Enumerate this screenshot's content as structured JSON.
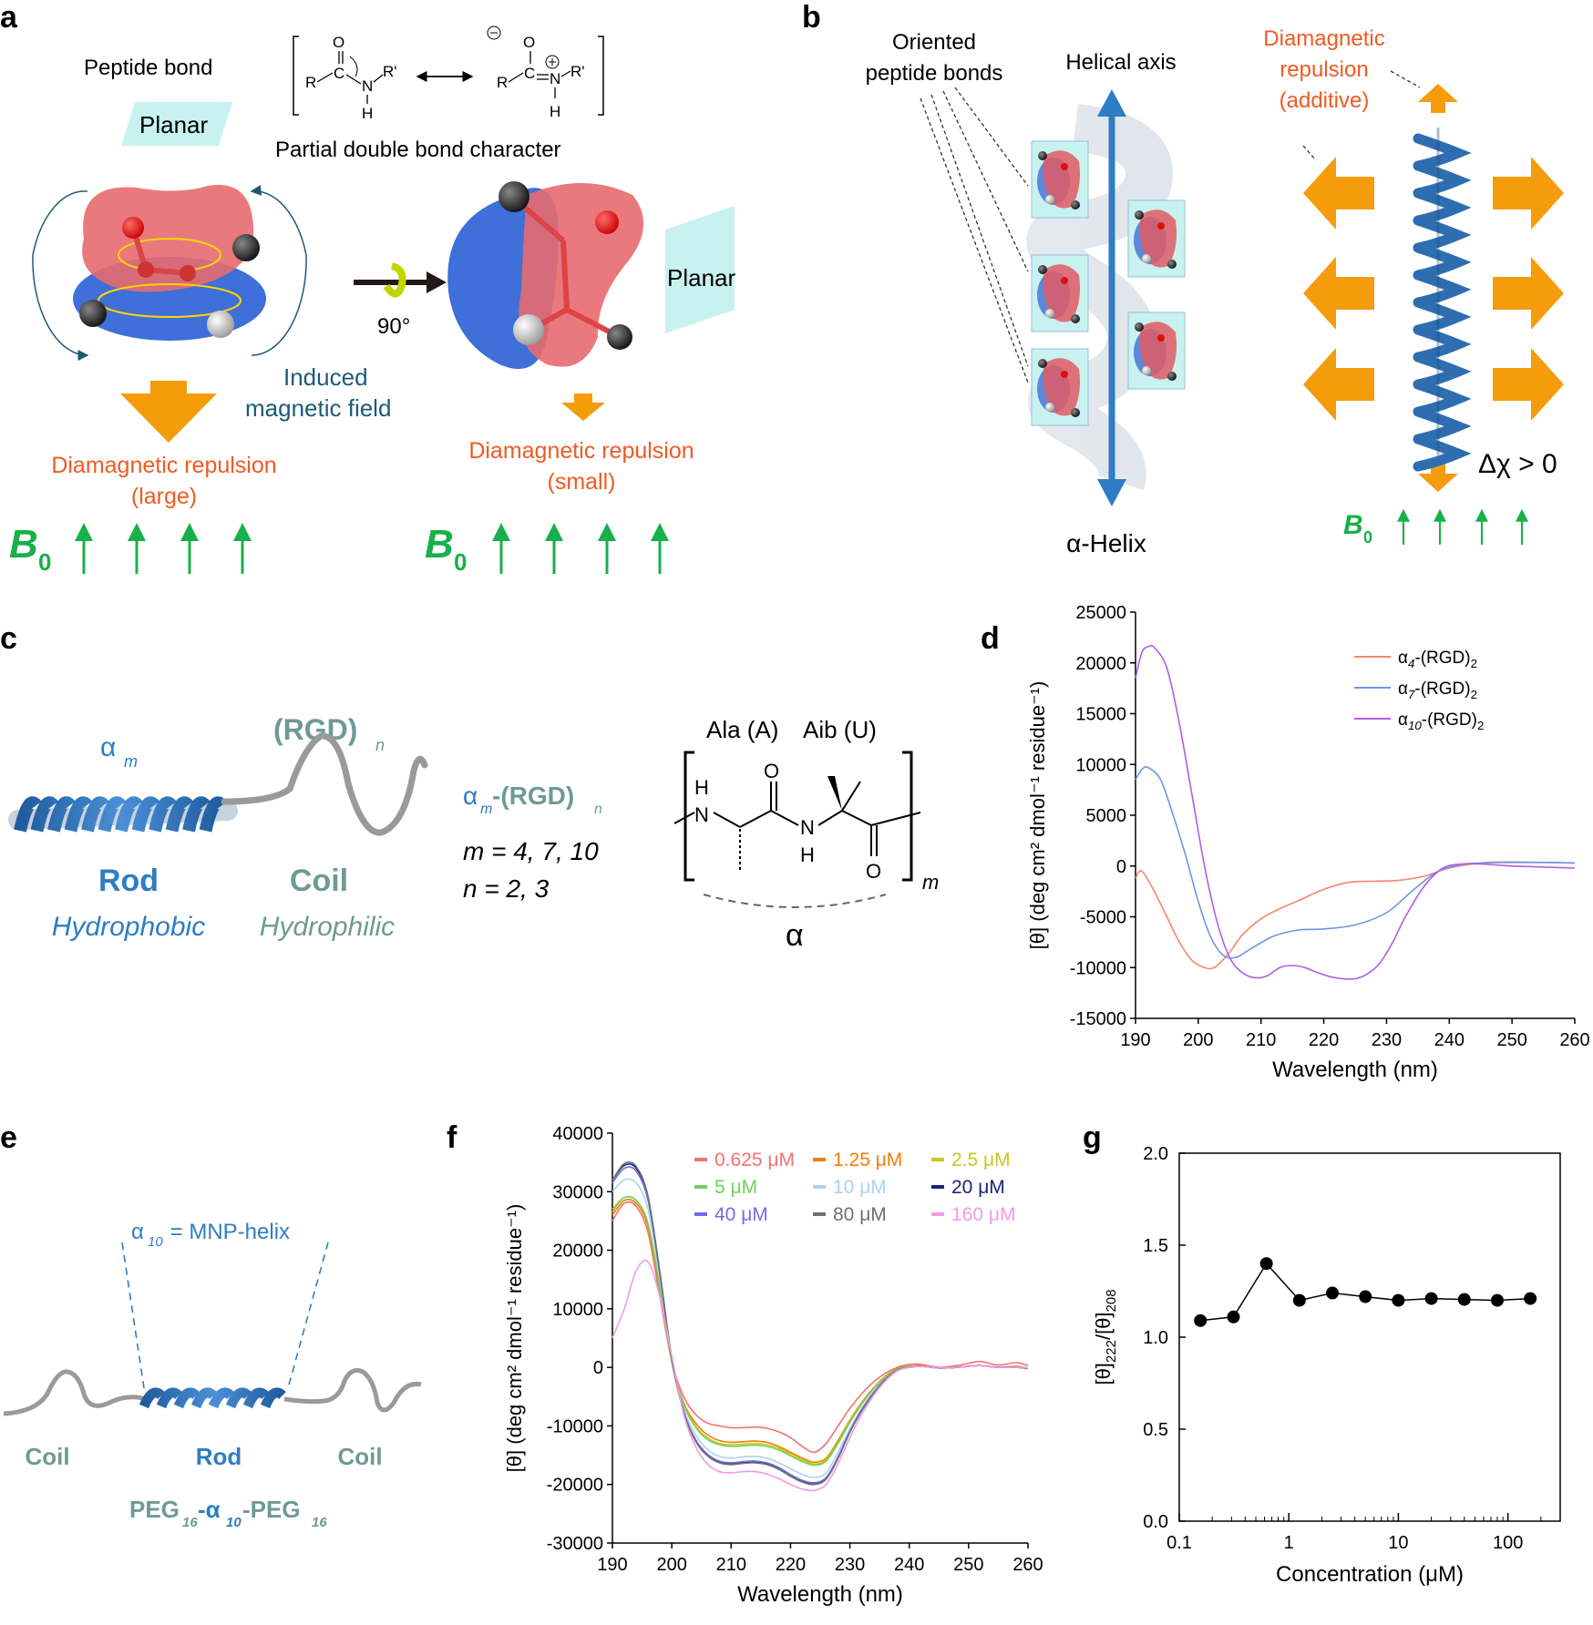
{
  "panels": {
    "a": {
      "label": "a",
      "peptide_bond": "Peptide bond",
      "planar": "Planar",
      "partial_double_bond": "Partial double bond character",
      "rotation": "90°",
      "induced_field_1": "Induced",
      "induced_field_2": "magnetic field",
      "repulsion_large_1": "Diamagnetic repulsion",
      "repulsion_large_2": "(large)",
      "repulsion_small_1": "Diamagnetic repulsion",
      "repulsion_small_2": "(small)",
      "b0": "B",
      "b0_sub": "0",
      "chem": {
        "O": "O",
        "C": "C",
        "N": "N",
        "H": "H",
        "R": "R",
        "Rp": "R'"
      }
    },
    "b": {
      "label": "b",
      "oriented_1": "Oriented",
      "oriented_2": "peptide bonds",
      "helical_axis": "Helical axis",
      "alpha_helix": "α-Helix",
      "repulsion_1": "Diamagnetic",
      "repulsion_2": "repulsion",
      "repulsion_3": "(additive)",
      "delta_chi": "Δχ > 0",
      "b0": "B",
      "b0_sub": "0"
    },
    "c": {
      "label": "c",
      "alpha": "α",
      "alpha_sub": "m",
      "rgd": "(RGD)",
      "rgd_sub": "n",
      "rod": "Rod",
      "hydrophobic": "Hydrophobic",
      "coil": "Coil",
      "hydrophilic": "Hydrophilic",
      "am_rgd_a": "α",
      "am_rgd_m": "m",
      "am_rgd_b": "-(RGD)",
      "am_rgd_n": "n",
      "m_values": "m = 4, 7, 10",
      "n_values": "n = 2, 3",
      "ala": "Ala (A)",
      "aib": "Aib (U)",
      "struct_alpha": "α",
      "struct_m": "m",
      "chem": {
        "H": "H",
        "N": "N",
        "O": "O"
      }
    },
    "e": {
      "label": "e",
      "mnp_a": "α",
      "mnp_sub": "10",
      "mnp_b": " = MNP-helix",
      "coil_left": "Coil",
      "rod": "Rod",
      "coil_right": "Coil",
      "peg_a": "PEG",
      "peg_sub1": "16",
      "peg_b": "-α",
      "peg_sub2": "10",
      "peg_c": "-PEG",
      "peg_sub3": "16"
    }
  },
  "colors": {
    "orange": "#f59c0c",
    "orange_text": "#f05a22",
    "green": "#18b04a",
    "blue": "#2e7dc4",
    "teal": "#6e9a95",
    "navy": "#1d5a78",
    "planar_fill": "#c8f2f0"
  },
  "chart_data": [
    {
      "panel": "d",
      "type": "line",
      "xlabel": "Wavelength (nm)",
      "ylabel": "[θ] (deg cm² dmol⁻¹ residue⁻¹)",
      "xlim": [
        190,
        260
      ],
      "ylim": [
        -15000,
        25000
      ],
      "xticks": [
        "190",
        "200",
        "210",
        "220",
        "230",
        "240",
        "250",
        "260"
      ],
      "yticks": [
        "-15000",
        "-10000",
        "-5000",
        "0",
        "5000",
        "10000",
        "15000",
        "20000",
        "25000"
      ],
      "legend_position": "top-right",
      "series": [
        {
          "name": "α4-(RGD)2",
          "name_base": "α",
          "name_sub": "4",
          "name_rest": "-(RGD)",
          "name_sub2": "2",
          "color": "#f4876a",
          "x": [
            190,
            191,
            193,
            195,
            197,
            199,
            201,
            202,
            203,
            205,
            207,
            210,
            213,
            216,
            220,
            224,
            228,
            232,
            236,
            240,
            245,
            250,
            255,
            260
          ],
          "y": [
            -1200,
            -500,
            -2500,
            -5000,
            -7500,
            -9300,
            -10000,
            -10100,
            -9800,
            -8500,
            -6800,
            -5200,
            -4200,
            -3400,
            -2300,
            -1600,
            -1500,
            -1400,
            -1000,
            -200,
            300,
            400,
            350,
            300
          ]
        },
        {
          "name": "α7-(RGD)2",
          "name_base": "α",
          "name_sub": "7",
          "name_rest": "-(RGD)",
          "name_sub2": "2",
          "color": "#6b96e6",
          "x": [
            190,
            191,
            192,
            194,
            196,
            198,
            200,
            202,
            204,
            206,
            208,
            212,
            216,
            220,
            225,
            230,
            234,
            238,
            242,
            246,
            250,
            255,
            260
          ],
          "y": [
            8500,
            9500,
            9700,
            8500,
            5000,
            1000,
            -3500,
            -7000,
            -8800,
            -9000,
            -8300,
            -6900,
            -6300,
            -6200,
            -5800,
            -4600,
            -2500,
            -600,
            150,
            300,
            350,
            350,
            300
          ]
        },
        {
          "name": "α10-(RGD)2",
          "name_base": "α",
          "name_sub": "10",
          "name_rest": "-(RGD)",
          "name_sub2": "2",
          "color": "#b55ce6",
          "x": [
            190,
            191,
            192,
            193,
            195,
            197,
            199,
            201,
            203,
            205,
            207,
            209,
            211,
            213,
            215,
            217,
            219,
            221,
            223,
            225,
            227,
            229,
            231,
            233,
            236,
            239,
            242,
            245,
            250,
            255,
            260
          ],
          "y": [
            18500,
            21000,
            21600,
            21500,
            19500,
            14000,
            7000,
            0,
            -5500,
            -9000,
            -10500,
            -11000,
            -10800,
            -10000,
            -9800,
            -10000,
            -10500,
            -10900,
            -11100,
            -11100,
            -10600,
            -9500,
            -7500,
            -5000,
            -2000,
            -200,
            200,
            200,
            0,
            -100,
            -200
          ]
        }
      ]
    },
    {
      "panel": "f",
      "type": "line",
      "xlabel": "Wavelength (nm)",
      "ylabel": "[θ] (deg cm² dmol⁻¹ residue⁻¹)",
      "xlim": [
        190,
        260
      ],
      "ylim": [
        -30000,
        40000
      ],
      "xticks": [
        "190",
        "200",
        "210",
        "220",
        "230",
        "240",
        "250",
        "260"
      ],
      "yticks": [
        "-30000",
        "-20000",
        "-10000",
        "0",
        "10000",
        "20000",
        "30000",
        "40000"
      ],
      "legend_position": "top-right",
      "x": [
        190,
        192,
        194,
        196,
        198,
        200,
        202,
        204,
        206,
        208,
        210,
        212,
        214,
        216,
        218,
        220,
        222,
        224,
        226,
        228,
        230,
        232,
        234,
        236,
        238,
        240,
        242,
        245,
        248,
        250,
        252,
        255,
        258,
        260
      ],
      "series": [
        {
          "name": "0.625 μM",
          "color": "#f47171",
          "y": [
            25000,
            28000,
            27500,
            23000,
            12000,
            1000,
            -5000,
            -8000,
            -9500,
            -10000,
            -10300,
            -10300,
            -10200,
            -10400,
            -11000,
            -12000,
            -13500,
            -14500,
            -13000,
            -10000,
            -7000,
            -4500,
            -2500,
            -1000,
            0,
            500,
            500,
            0,
            300,
            700,
            1000,
            400,
            800,
            300
          ]
        },
        {
          "name": "1.25 μM",
          "color": "#f57c00",
          "y": [
            26000,
            28500,
            28000,
            24000,
            13000,
            1000,
            -6000,
            -9500,
            -11500,
            -12500,
            -12800,
            -12700,
            -12600,
            -12800,
            -13500,
            -14500,
            -15500,
            -16200,
            -15500,
            -12500,
            -9000,
            -6000,
            -3500,
            -1500,
            -200,
            200,
            300,
            -100,
            0,
            200,
            300,
            0,
            200,
            -100
          ]
        },
        {
          "name": "2.5 μM",
          "color": "#c8c81e",
          "y": [
            26500,
            29000,
            28500,
            24500,
            13500,
            1000,
            -6200,
            -10000,
            -12000,
            -13000,
            -13200,
            -13100,
            -13000,
            -13200,
            -13800,
            -14800,
            -15800,
            -16500,
            -15800,
            -12800,
            -9200,
            -6200,
            -3600,
            -1600,
            -300,
            100,
            200,
            -100,
            0,
            200,
            300,
            0,
            100,
            -100
          ]
        },
        {
          "name": "5 μM",
          "color": "#6ed25a",
          "y": [
            27000,
            29000,
            28500,
            24500,
            13500,
            1000,
            -6300,
            -10200,
            -12300,
            -13200,
            -13500,
            -13400,
            -13300,
            -13500,
            -14100,
            -15100,
            -16100,
            -16700,
            -16000,
            -13000,
            -9400,
            -6300,
            -3700,
            -1700,
            -300,
            100,
            200,
            -100,
            0,
            200,
            300,
            0,
            100,
            -100
          ]
        },
        {
          "name": "10 μM",
          "color": "#a9d3f0",
          "y": [
            30000,
            32000,
            31500,
            27000,
            15000,
            1500,
            -7000,
            -11500,
            -14000,
            -15200,
            -15500,
            -15300,
            -15200,
            -15500,
            -16300,
            -17300,
            -18300,
            -18800,
            -18000,
            -14500,
            -10500,
            -7000,
            -4200,
            -2000,
            -500,
            0,
            200,
            -100,
            0,
            200,
            300,
            0,
            0,
            -100
          ]
        },
        {
          "name": "20 μM",
          "color": "#1a237e",
          "y": [
            32000,
            34500,
            34000,
            29000,
            16000,
            1500,
            -7500,
            -12500,
            -15000,
            -16200,
            -16500,
            -16300,
            -16200,
            -16500,
            -17300,
            -18500,
            -19500,
            -19900,
            -19000,
            -15500,
            -11000,
            -7300,
            -4400,
            -2100,
            -500,
            0,
            200,
            -100,
            0,
            200,
            300,
            0,
            0,
            -200
          ]
        },
        {
          "name": "40 μM",
          "color": "#6f6fe6",
          "y": [
            31500,
            34000,
            33500,
            28500,
            16000,
            1500,
            -7500,
            -12300,
            -14800,
            -16000,
            -16300,
            -16100,
            -16000,
            -16300,
            -17100,
            -18300,
            -19300,
            -19700,
            -18800,
            -15300,
            -10900,
            -7200,
            -4300,
            -2000,
            -500,
            0,
            200,
            -100,
            0,
            200,
            300,
            0,
            0,
            -200
          ]
        },
        {
          "name": "80 μM",
          "color": "#707070",
          "y": [
            32000,
            34800,
            34300,
            29200,
            16200,
            1500,
            -7600,
            -12600,
            -15100,
            -16300,
            -16600,
            -16400,
            -16300,
            -16600,
            -17400,
            -18600,
            -19600,
            -20000,
            -19100,
            -15600,
            -11100,
            -7400,
            -4500,
            -2100,
            -500,
            0,
            200,
            -100,
            0,
            200,
            300,
            0,
            0,
            -200
          ]
        },
        {
          "name": "160 μM",
          "color": "#f29ae6",
          "y": [
            5000,
            10000,
            16500,
            18000,
            12000,
            2000,
            -8000,
            -13500,
            -16500,
            -17800,
            -18000,
            -17800,
            -17800,
            -18200,
            -19000,
            -20000,
            -20800,
            -21000,
            -20000,
            -16500,
            -12000,
            -8000,
            -4800,
            -2300,
            -600,
            0,
            200,
            -100,
            0,
            200,
            300,
            0,
            0,
            -100
          ]
        }
      ]
    },
    {
      "panel": "g",
      "type": "line",
      "xlabel": "Concentration (μM)",
      "ylabel": "[θ]222/[θ]208",
      "ylabel_base": "[θ]",
      "ylabel_sub1": "222",
      "ylabel_mid": "/[θ]",
      "ylabel_sub2": "208",
      "xscale": "log",
      "xlim": [
        0.1,
        300
      ],
      "ylim": [
        0.0,
        2.0
      ],
      "xticks": [
        "0.1",
        "1",
        "10",
        "100"
      ],
      "yticks": [
        "0.0",
        "0.5",
        "1.0",
        "1.5",
        "2.0"
      ],
      "marker": "circle",
      "color": "#000000",
      "series": [
        {
          "x": [
            0.156,
            0.3125,
            0.625,
            1.25,
            2.5,
            5,
            10,
            20,
            40,
            80,
            160
          ],
          "y": [
            1.09,
            1.11,
            1.4,
            1.2,
            1.24,
            1.22,
            1.2,
            1.21,
            1.205,
            1.2,
            1.21
          ]
        }
      ]
    }
  ]
}
